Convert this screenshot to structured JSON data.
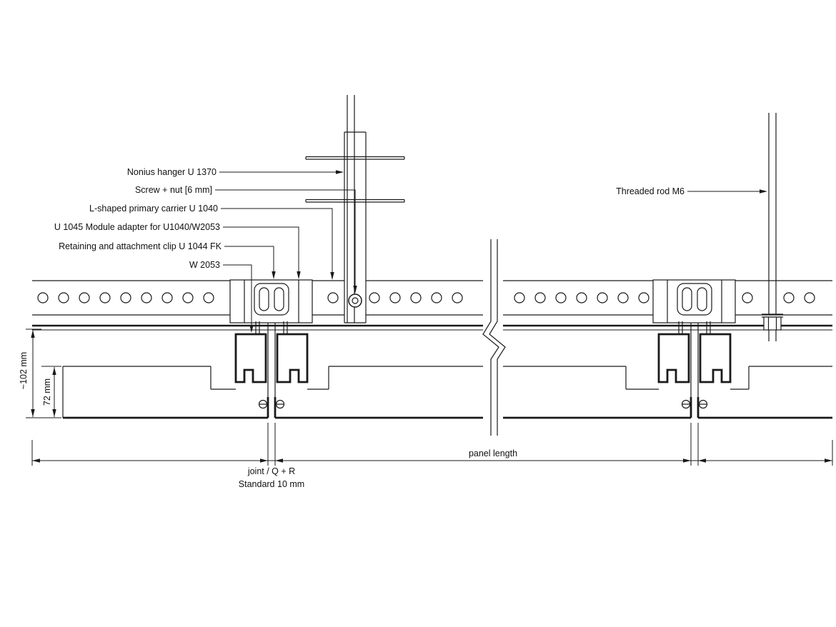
{
  "diagram": {
    "type": "technical-section-drawing",
    "labels": {
      "nonius_hanger": "Nonius hanger U 1370",
      "screw_nut": "Screw + nut [6 mm]",
      "primary_carrier": "L-shaped primary carrier U 1040",
      "module_adapter": "U 1045 Module adapter for U1040/W2053",
      "retaining_clip": "Retaining and attachment clip U 1044 FK",
      "w2053_profile": "W 2053",
      "threaded_rod": "Threaded rod M6"
    },
    "dimensions": {
      "system_height": "~102 mm",
      "panel_thickness": "72 mm",
      "panel_length": "panel length",
      "joint_label": "joint / Q + R",
      "joint_standard": "Standard 10 mm"
    },
    "colors": {
      "line": "#1a1a1a",
      "background": "#ffffff"
    }
  }
}
